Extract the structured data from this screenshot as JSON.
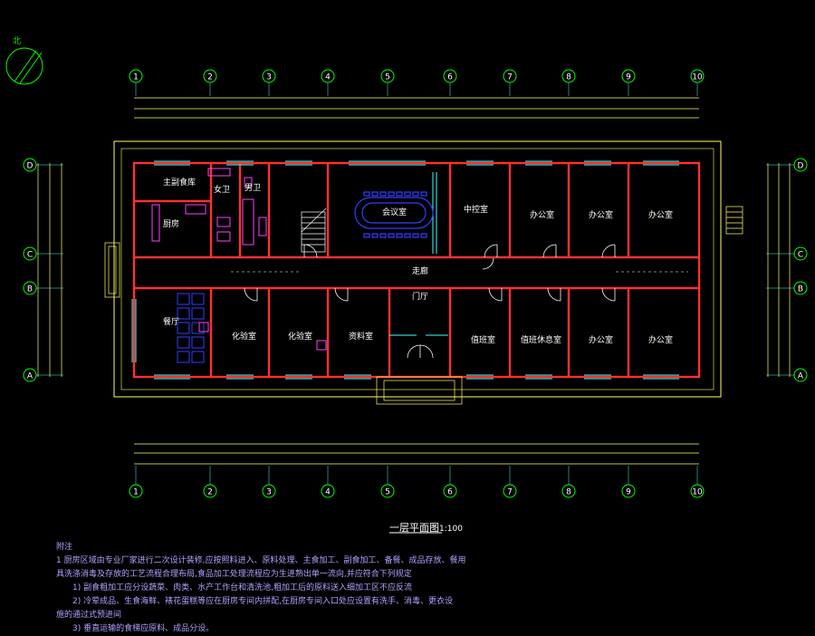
{
  "north_label": "北",
  "axes_x": [
    "1",
    "2",
    "3",
    "4",
    "5",
    "6",
    "7",
    "8",
    "9",
    "10"
  ],
  "axes_y": [
    "D",
    "C",
    "B",
    "A"
  ],
  "rooms": {
    "staff_dining": "主副食库",
    "kitchen": "厨房",
    "restroom_m": "男卫",
    "restroom_f": "女卫",
    "meeting": "会议室",
    "control": "中控室",
    "office1": "办公室",
    "office2": "办公室",
    "office3": "办公室",
    "office4": "办公室",
    "office5": "办公室",
    "corridor": "走廊",
    "hall": "门厅",
    "dining": "餐厅",
    "lab1": "化验室",
    "lab2": "化验室",
    "archive": "资料室",
    "duty": "值班室",
    "rest": "值班休息室"
  },
  "title": "一层平面图",
  "scale": "1:100",
  "notes": {
    "head": "附注",
    "line1": "1   厨房区域由专业厂家进行二次设计装修,应按照料进入、原料处理、主食加工、副食加工、备餐、成品存放、餐用",
    "line2": "具洗涤消毒及存放的工艺流程合理布局,食品加工处理流程应为生进熟出单一流向,并应符合下列规定",
    "line3": "1)  副食粗加工应分设蔬菜、肉类、水产工作台和清洗池,粗加工后的原料送入细加工区不应反流",
    "line4": "2)  冷荤成品、生食海鲜、裱花蛋糕等应在厨房专间内拼配,在厨房专间入口处应设置有洗手、消毒、更衣设",
    "line5": "施的通过式预进间",
    "line6": "3)  垂直运输的食梯应原料、成品分设。"
  },
  "colors": {
    "axis_circle": "#00ff00",
    "wall": "#ff3030",
    "dim": "#ffff60",
    "window": "#40ffff",
    "furniture_blue": "#3040ff",
    "furniture_magenta": "#ff40ff",
    "text_white": "#ffffff"
  }
}
